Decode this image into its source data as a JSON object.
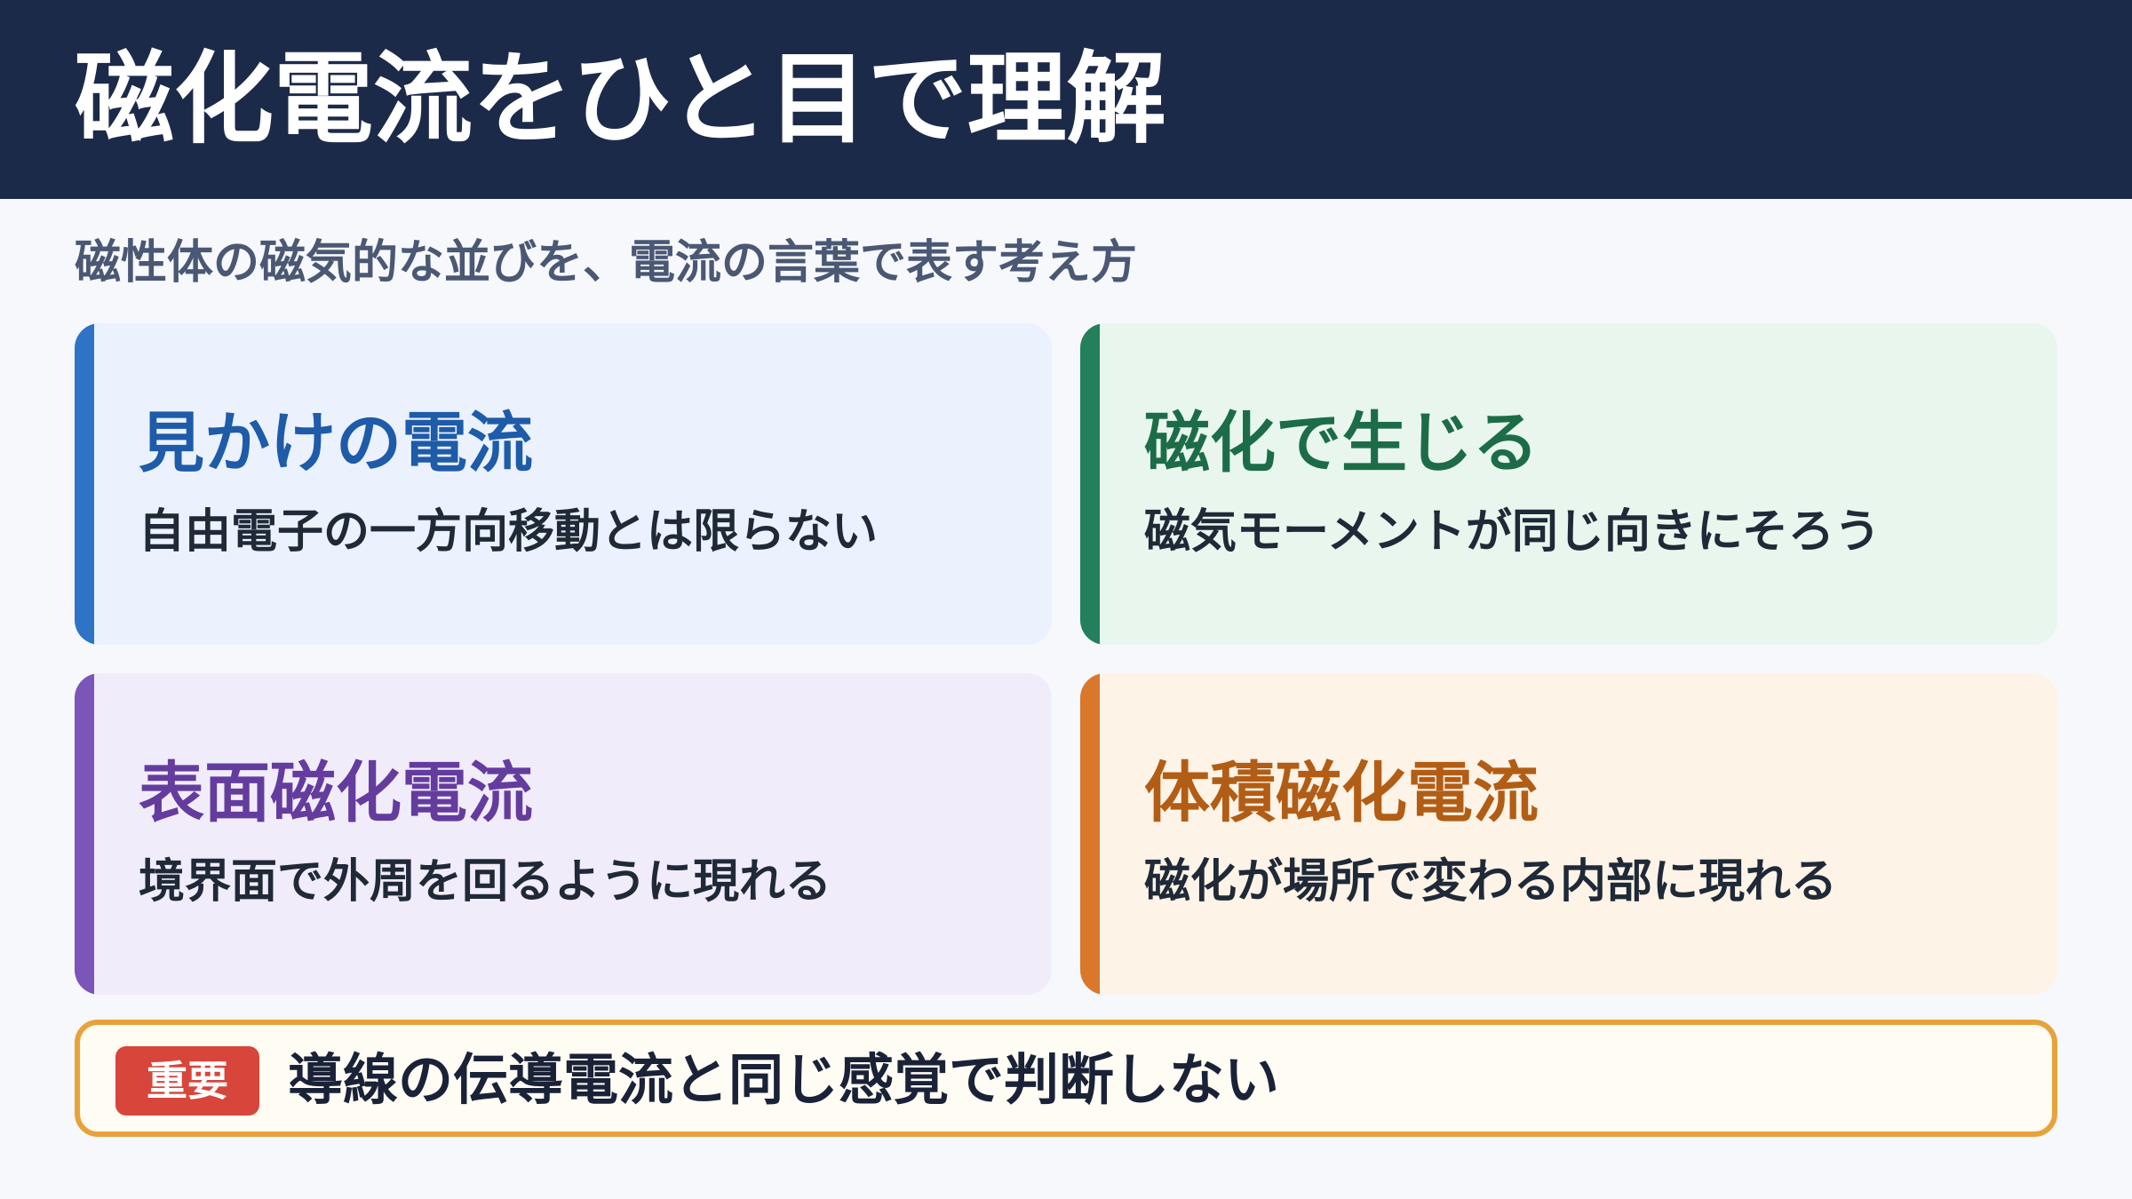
{
  "header": {
    "title": "磁化電流をひと目で理解"
  },
  "subtitle": "磁性体の磁気的な並びを、電流の言葉で表す考え方",
  "cards": [
    {
      "title": "見かけの電流",
      "description": "自由電子の一方向移動とは限らない",
      "accent_color": "#2f73c6"
    },
    {
      "title": "磁化で生じる",
      "description": "磁気モーメントが同じ向きにそろう",
      "accent_color": "#23805a"
    },
    {
      "title": "表面磁化電流",
      "description": "境界面で外周を回るように現れる",
      "accent_color": "#7b55b8"
    },
    {
      "title": "体積磁化電流",
      "description": "磁化が場所で変わる内部に現れる",
      "accent_color": "#d9782a"
    }
  ],
  "note": {
    "badge": "重要",
    "text": "導線の伝導電流と同じ感覚で判断しない",
    "border_color": "#e8a23a",
    "badge_color": "#d8453a"
  }
}
